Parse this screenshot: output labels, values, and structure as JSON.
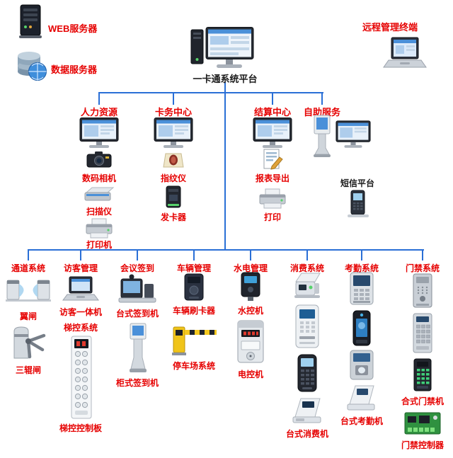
{
  "top": {
    "web_server": "WEB服务器",
    "data_server": "数据服务器",
    "remote_terminal": "远程管理终端",
    "platform_title": "一卡通系统平台"
  },
  "departments": [
    {
      "title": "人力资源",
      "items": [
        {
          "label": "数码相机",
          "icon": "camera-icon"
        },
        {
          "label": "扫描仪",
          "icon": "scanner-icon"
        },
        {
          "label": "打印机",
          "icon": "printer-icon"
        }
      ]
    },
    {
      "title": "卡务中心",
      "items": [
        {
          "label": "指纹仪",
          "icon": "fingerprint-reader-icon"
        },
        {
          "label": "发卡器",
          "icon": "card-issuer-icon"
        }
      ]
    },
    {
      "title": "结算中心",
      "items": [
        {
          "label": "报表导出",
          "icon": "report-export-icon"
        },
        {
          "label": "打印",
          "icon": "printer-icon"
        }
      ]
    },
    {
      "title": "自助服务",
      "items": [
        {
          "label": "短信平台",
          "icon": "sms-phone-icon"
        }
      ]
    }
  ],
  "subsystems": [
    {
      "title": "通道系统",
      "devices": [
        {
          "label": "翼闸",
          "icon": "wing-gate-icon"
        },
        {
          "label": "三辊闸",
          "icon": "tripod-turnstile-icon"
        }
      ]
    },
    {
      "title": "访客管理",
      "devices": [
        {
          "label": "访客一体机",
          "icon": "visitor-terminal-icon"
        },
        {
          "label": "梯控系统"
        },
        {
          "label": "梯控控制板",
          "icon": "elevator-control-panel-icon"
        }
      ]
    },
    {
      "title": "会议签到",
      "devices": [
        {
          "label": "台式签到机",
          "icon": "desktop-signin-terminal-icon"
        },
        {
          "label": "柜式签到机",
          "icon": "cabinet-signin-kiosk-icon"
        }
      ]
    },
    {
      "title": "车辆管理",
      "devices": [
        {
          "label": "车辆刷卡器",
          "icon": "vehicle-card-reader-icon"
        },
        {
          "label": "停车场系统",
          "icon": "barrier-gate-icon"
        }
      ]
    },
    {
      "title": "水电管理",
      "devices": [
        {
          "label": "水控机",
          "icon": "water-controller-icon"
        },
        {
          "label": "电控机",
          "icon": "electric-meter-icon"
        }
      ]
    },
    {
      "title": "消费系统",
      "devices": [
        {
          "icon": "pos-printer-machine-icon"
        },
        {
          "icon": "wall-card-machine-icon"
        },
        {
          "icon": "handheld-pos-icon"
        },
        {
          "label": "台式消费机",
          "icon": "desktop-consumption-machine-icon"
        }
      ]
    },
    {
      "title": "考勤系统",
      "devices": [
        {
          "icon": "attendance-terminal-icon"
        },
        {
          "icon": "face-recognition-terminal-icon"
        },
        {
          "icon": "fingerprint-attendance-icon"
        },
        {
          "label": "台式考勤机",
          "icon": "desktop-attendance-machine-icon"
        }
      ]
    },
    {
      "title": "门禁系统",
      "devices": [
        {
          "icon": "metal-card-reader-icon"
        },
        {
          "icon": "silver-keypad-reader-icon"
        },
        {
          "label": "合式门禁机",
          "icon": "keypad-access-machine-icon"
        },
        {
          "label": "门禁控制器",
          "icon": "access-controller-board-icon"
        }
      ]
    }
  ],
  "colors": {
    "connector": "#2a6fd6",
    "label_red": "#e60000",
    "label_black": "#1a1a1a"
  }
}
